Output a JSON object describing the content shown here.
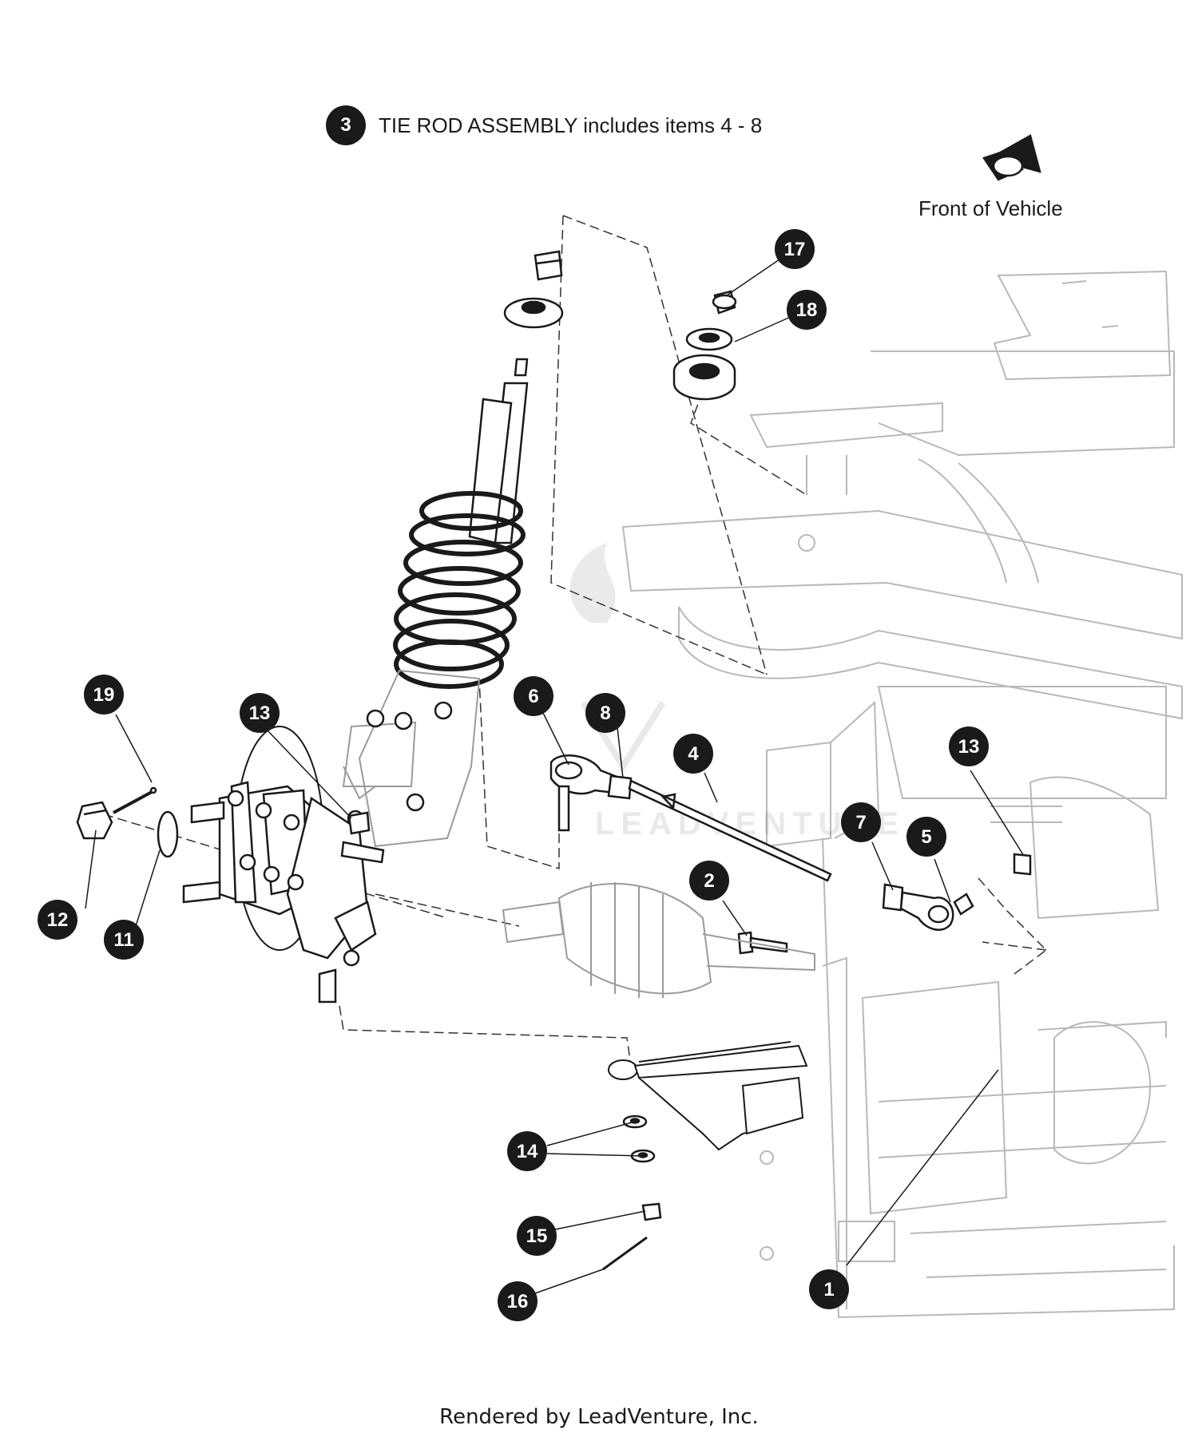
{
  "legend": {
    "item": "3",
    "text": "TIE ROD ASSEMBLY includes items 4 - 8"
  },
  "direction_label": "Front of Vehicle",
  "watermark": "LEADVENTURE",
  "footer": "Rendered by LeadVenture, Inc.",
  "callouts": [
    {
      "id": "c17",
      "label": "17"
    },
    {
      "id": "c18",
      "label": "18"
    },
    {
      "id": "c19",
      "label": "19"
    },
    {
      "id": "c13a",
      "label": "13"
    },
    {
      "id": "c6",
      "label": "6"
    },
    {
      "id": "c8",
      "label": "8"
    },
    {
      "id": "c4",
      "label": "4"
    },
    {
      "id": "c13b",
      "label": "13"
    },
    {
      "id": "c7",
      "label": "7"
    },
    {
      "id": "c5",
      "label": "5"
    },
    {
      "id": "c2",
      "label": "2"
    },
    {
      "id": "c12",
      "label": "12"
    },
    {
      "id": "c11",
      "label": "11"
    },
    {
      "id": "c14",
      "label": "14"
    },
    {
      "id": "c15",
      "label": "15"
    },
    {
      "id": "c16",
      "label": "16"
    },
    {
      "id": "c1",
      "label": "1"
    }
  ]
}
